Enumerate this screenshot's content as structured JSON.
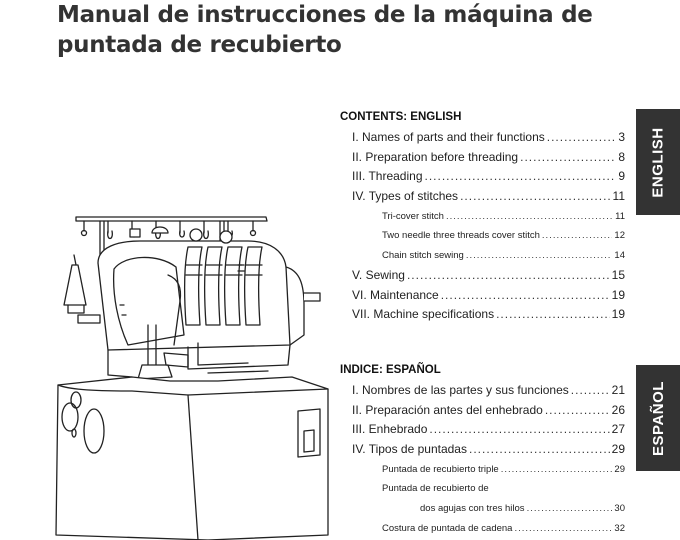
{
  "title": {
    "line1": "Manual de instrucciones de la máquina de",
    "line2": "puntada de recubierto"
  },
  "tabs": {
    "english": "ENGLISH",
    "espanol": "ESPAÑOL",
    "color": "#333333"
  },
  "toc_en": {
    "heading": "CONTENTS: ENGLISH",
    "items": [
      {
        "label": "I. Names of parts and their functions",
        "page": "3"
      },
      {
        "label": "II. Preparation before threading",
        "page": "8"
      },
      {
        "label": "III. Threading",
        "page": "9"
      },
      {
        "label": "IV. Types of stitches",
        "page": "11"
      },
      {
        "label": "Tri-cover stitch",
        "page": "11"
      },
      {
        "label": "Two needle three threads cover stitch",
        "page": "12"
      },
      {
        "label": "Chain stitch sewing",
        "page": "14"
      },
      {
        "label": "V. Sewing",
        "page": "15"
      },
      {
        "label": "VI. Maintenance",
        "page": "19"
      },
      {
        "label": "VII. Machine specifications",
        "page": "19"
      }
    ]
  },
  "toc_es": {
    "heading": "INDICE: ESPAÑOL",
    "items": [
      {
        "label": "I. Nombres de las partes y sus funciones",
        "page": "21"
      },
      {
        "label": "II. Preparación antes del enhebrado",
        "page": "26"
      },
      {
        "label": "III. Enhebrado",
        "page": "27"
      },
      {
        "label": "IV. Tipos de puntadas",
        "page": "29"
      },
      {
        "label": "Puntada de recubierto triple",
        "page": "29"
      },
      {
        "label": "Puntada de recubierto de",
        "page": ""
      },
      {
        "label": "dos agujas con tres hilos",
        "page": "30"
      },
      {
        "label": "Costura de puntada de cadena",
        "page": "32"
      }
    ]
  }
}
